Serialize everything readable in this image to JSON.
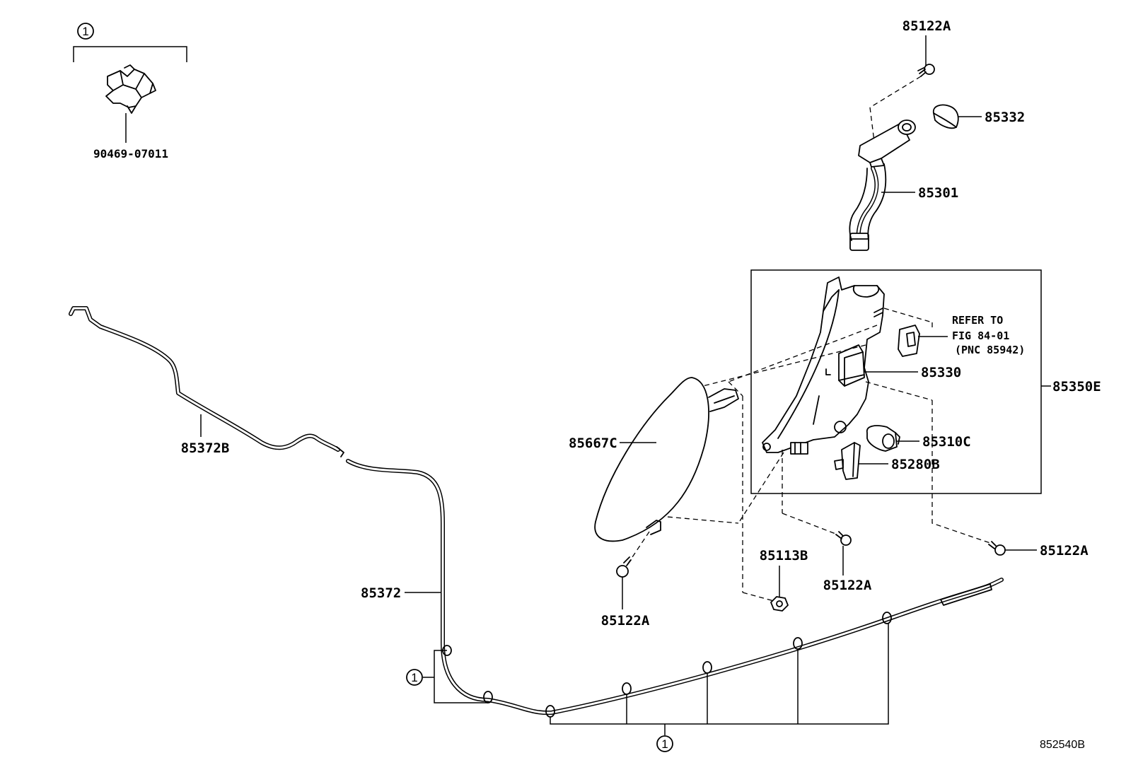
{
  "labels": {
    "clip_part": "90469-07011",
    "bolt_top": "85122A",
    "cap": "85332",
    "inlet_hose": "85301",
    "tank_assy": "85350E",
    "pump": "85330",
    "motor": "85310C",
    "sensor": "85280B",
    "cover": "85667C",
    "bolt_mid": "85122A",
    "bolt_right": "85122A",
    "bolt_left": "85122A",
    "nut": "85113B",
    "hose_upper": "85372B",
    "hose_lower": "85372",
    "refer_line1": "REFER TO",
    "refer_line2": "FIG 84-01",
    "refer_line3": "(PNC 85942)",
    "figure_code": "852540B"
  },
  "callouts": {
    "top_left": "1",
    "hose_left": "1",
    "bottom": "1"
  }
}
